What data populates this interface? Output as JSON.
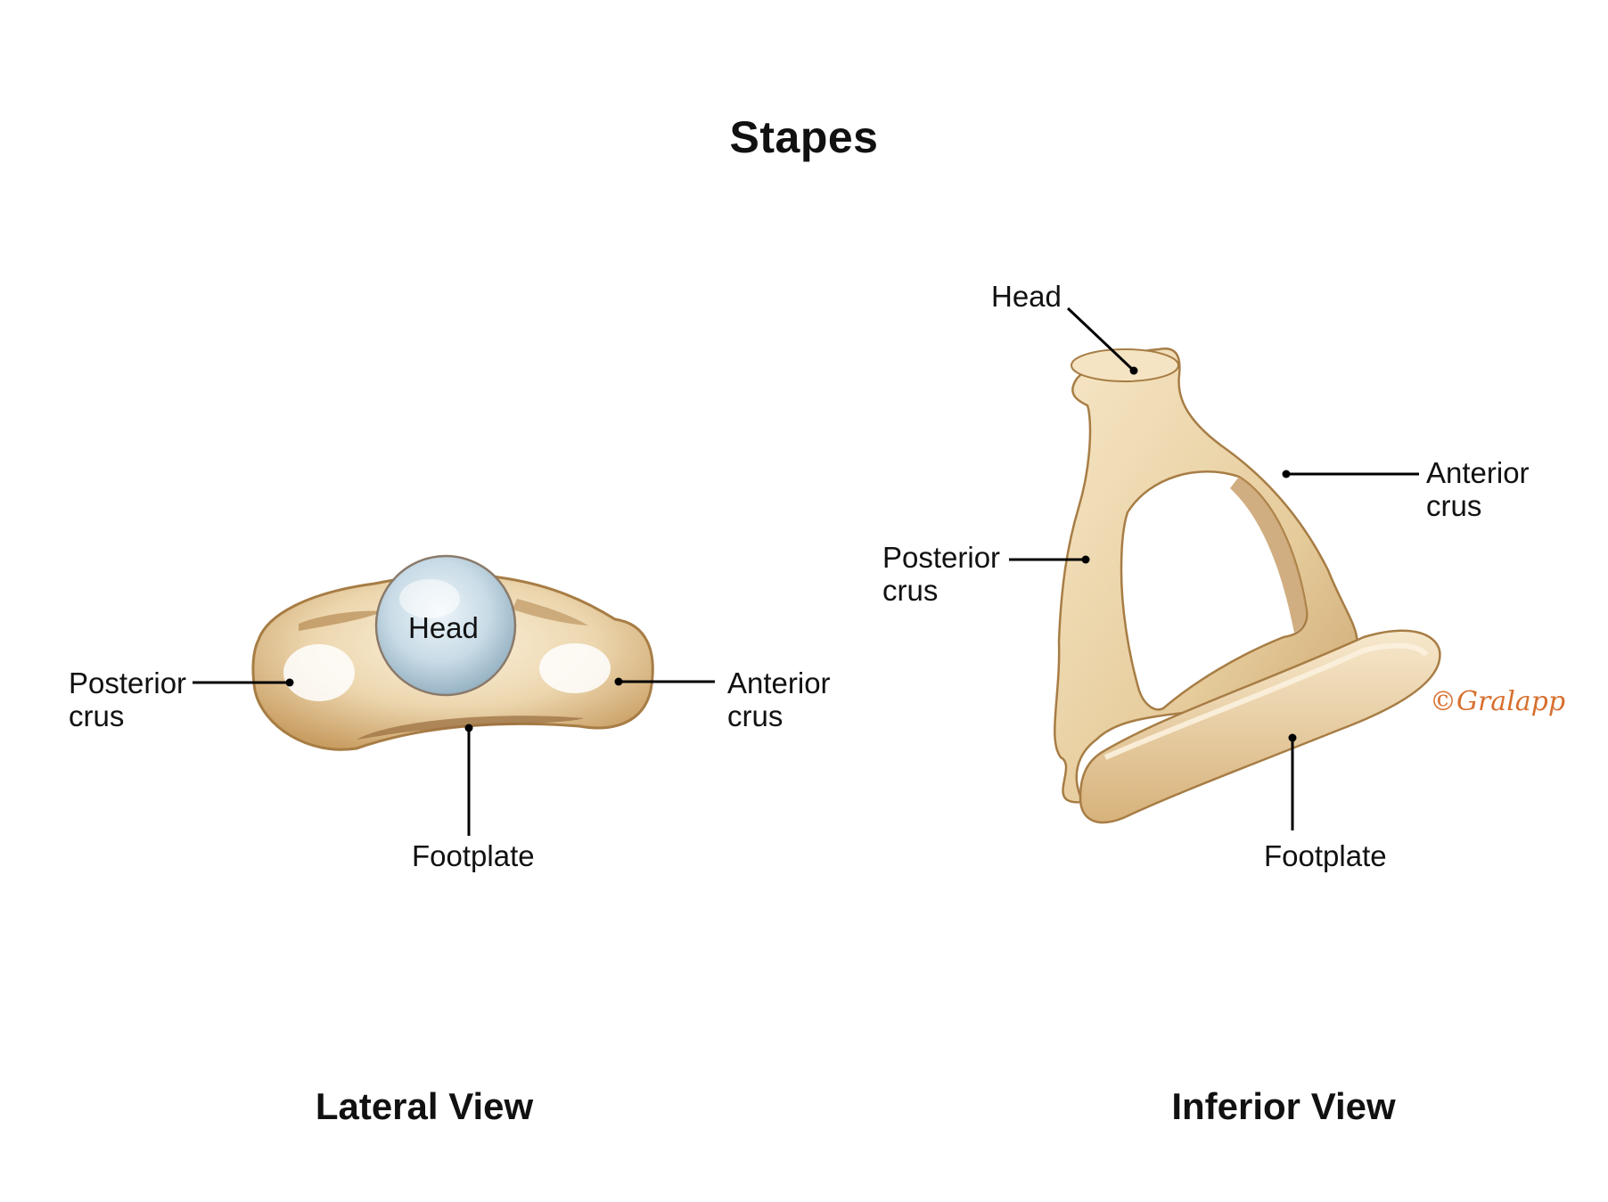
{
  "title": "Stapes",
  "views": {
    "lateral": {
      "caption": "Lateral View",
      "labels": {
        "head": "Head",
        "posterior_crus_1": "Posterior",
        "posterior_crus_2": "crus",
        "anterior_crus_1": "Anterior",
        "anterior_crus_2": "crus",
        "footplate": "Footplate"
      }
    },
    "inferior": {
      "caption": "Inferior View",
      "labels": {
        "head": "Head",
        "posterior_crus_1": "Posterior",
        "posterior_crus_2": "crus",
        "anterior_crus_1": "Anterior",
        "anterior_crus_2": "crus",
        "footplate": "Footplate"
      }
    }
  },
  "watermark": "©Gralapp",
  "colors": {
    "bone": "#e9d2a9",
    "bone_dark": "#c9a26b",
    "bone_outline": "#a77d45",
    "head_lateral": "#c6d9e4",
    "leader_line": "#000000"
  }
}
